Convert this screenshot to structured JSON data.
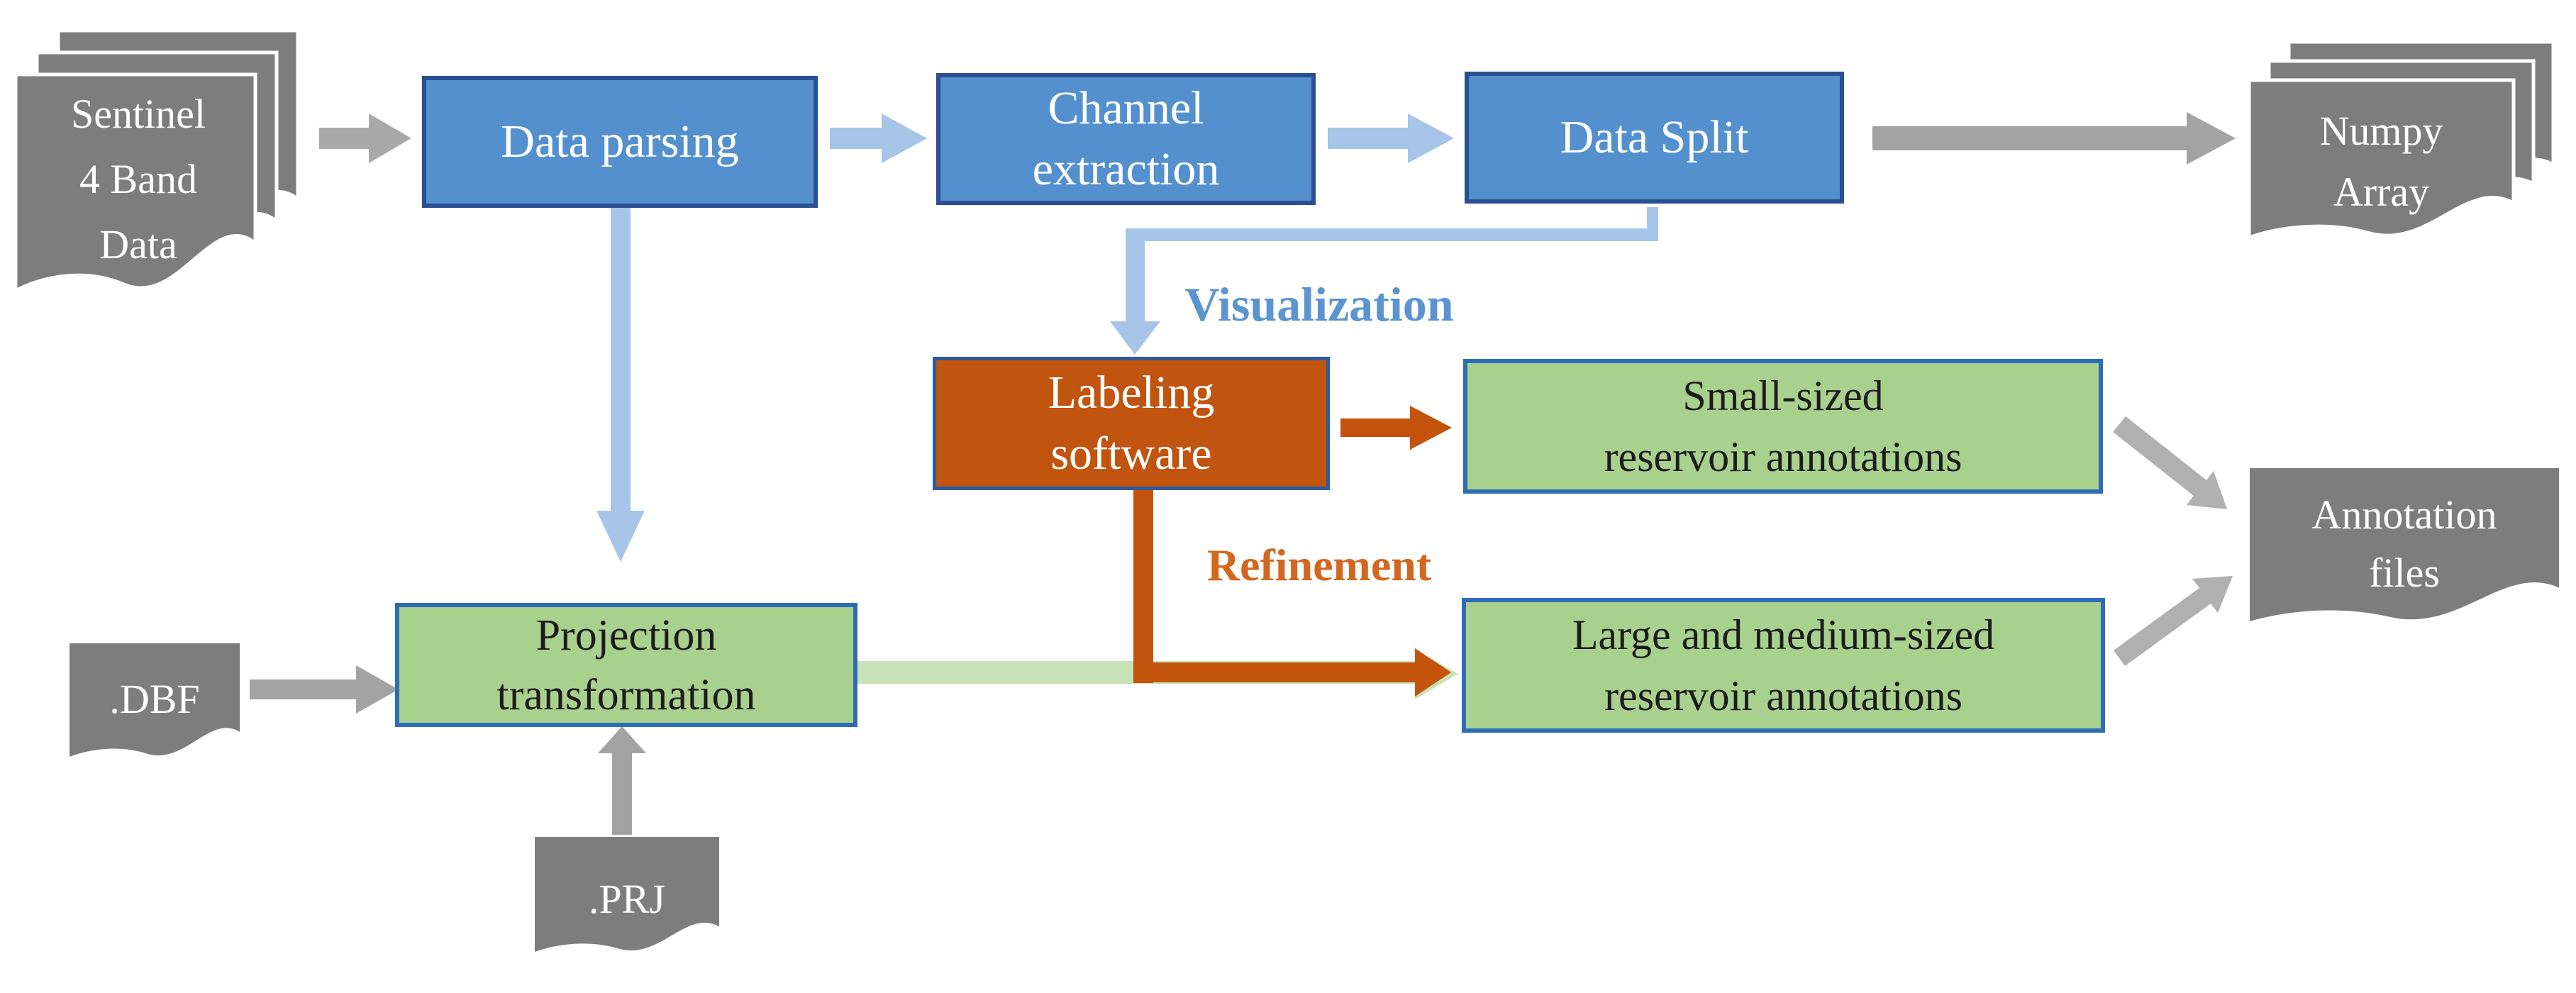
{
  "nodes": {
    "sentinel": {
      "label": "Sentinel\n4 Band\nData",
      "shape": "document-stack",
      "color": "#7d7d7d"
    },
    "data_parsing": {
      "label": "Data parsing",
      "shape": "process-box",
      "color": "#5390cd"
    },
    "channel_extraction": {
      "label": "Channel\nextraction",
      "shape": "process-box",
      "color": "#5390cd"
    },
    "data_split": {
      "label": "Data Split",
      "shape": "process-box",
      "color": "#5390cd"
    },
    "numpy_array": {
      "label": "Numpy\nArray",
      "shape": "document-stack",
      "color": "#7d7d7d"
    },
    "labeling_software": {
      "label": "Labeling\nsoftware",
      "shape": "process-box",
      "color": "#c1540e"
    },
    "small_annotations": {
      "label": "Small-sized\nreservoir annotations",
      "shape": "process-box",
      "color": "#a9d18e"
    },
    "large_annotations": {
      "label": "Large and medium-sized\nreservoir annotations",
      "shape": "process-box",
      "color": "#a9d18e"
    },
    "projection_transformation": {
      "label": "Projection\ntransformation",
      "shape": "process-box",
      "color": "#a9d18e"
    },
    "dbf_file": {
      "label": ".DBF",
      "shape": "document",
      "color": "#7d7d7d"
    },
    "prj_file": {
      "label": ".PRJ",
      "shape": "document",
      "color": "#7d7d7d"
    },
    "annotation_files": {
      "label": "Annotation\nfiles",
      "shape": "document",
      "color": "#7d7d7d"
    }
  },
  "edge_labels": {
    "visualization": "Visualization",
    "refinement": "Refinement"
  },
  "edges": [
    {
      "from": "sentinel",
      "to": "data_parsing",
      "color": "#a9a9a9"
    },
    {
      "from": "data_parsing",
      "to": "channel_extraction",
      "color": "#a6c5e8"
    },
    {
      "from": "channel_extraction",
      "to": "data_split",
      "color": "#a6c5e8"
    },
    {
      "from": "data_split",
      "to": "numpy_array",
      "color": "#a3a3a3"
    },
    {
      "from": "data_split",
      "to": "labeling_software",
      "label": "Visualization",
      "color": "#a6c5e8"
    },
    {
      "from": "data_parsing",
      "to": "projection_transformation",
      "color": "#a6c5e8"
    },
    {
      "from": "labeling_software",
      "to": "small_annotations",
      "color": "#c4540d"
    },
    {
      "from": "labeling_software",
      "to": "large_annotations",
      "label": "Refinement",
      "color": "#c4540d"
    },
    {
      "from": "projection_transformation",
      "to": "large_annotations",
      "color": "#c8e2b8"
    },
    {
      "from": "dbf_file",
      "to": "projection_transformation",
      "color": "#a3a3a3"
    },
    {
      "from": "prj_file",
      "to": "projection_transformation",
      "color": "#a3a3a3"
    },
    {
      "from": "small_annotations",
      "to": "annotation_files",
      "color": "#b0b0b0"
    },
    {
      "from": "large_annotations",
      "to": "annotation_files",
      "color": "#b0b0b0"
    }
  ],
  "colors": {
    "process_blue": "#5390cd",
    "process_blue_border": "#2a4f93",
    "process_orange": "#c1540e",
    "process_green": "#a9d18e",
    "green_blue_border": "#2e6cb5",
    "document_gray": "#7d7d7d",
    "arrow_gray": "#a3a3a3",
    "arrow_light_blue": "#a6c5e8",
    "arrow_orange": "#c4540d",
    "band_light_green": "#c8e2b8",
    "visualization_text": "#5b94d0",
    "refinement_text": "#d2671f"
  }
}
